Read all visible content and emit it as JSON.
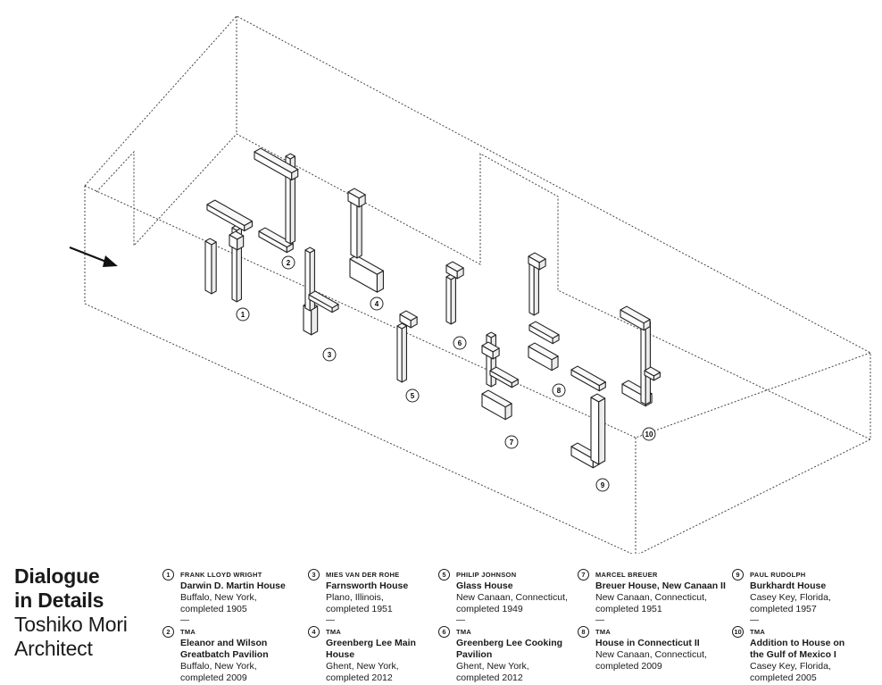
{
  "title": {
    "line1": "Dialogue",
    "line2": "in Details",
    "line3": "Toshiko Mori",
    "line4": "Architect"
  },
  "separator": "—",
  "entries": [
    {
      "num": "1",
      "architect": "FRANK LLOYD WRIGHT",
      "name": "Darwin D. Martin House",
      "place": "Buffalo, New York,",
      "completed": "completed 1905"
    },
    {
      "num": "2",
      "architect": "TMA",
      "name": "Eleanor and Wilson Greatbatch Pavilion",
      "place": "Buffalo, New York,",
      "completed": "completed 2009"
    },
    {
      "num": "3",
      "architect": "MIES VAN DER ROHE",
      "name": "Farnsworth House",
      "place": "Plano, Illinois,",
      "completed": "completed 1951"
    },
    {
      "num": "4",
      "architect": "TMA",
      "name": "Greenberg Lee Main House",
      "place": "Ghent, New York,",
      "completed": "completed 2012"
    },
    {
      "num": "5",
      "architect": "PHILIP JOHNSON",
      "name": "Glass House",
      "place": "New Canaan, Connecticut,",
      "completed": "completed 1949"
    },
    {
      "num": "6",
      "architect": "TMA",
      "name": "Greenberg Lee Cooking Pavilion",
      "place": "Ghent, New York,",
      "completed": "completed 2012"
    },
    {
      "num": "7",
      "architect": "MARCEL BREUER",
      "name": "Breuer House, New Canaan II",
      "place": "New Canaan, Connecticut,",
      "completed": "completed 1951"
    },
    {
      "num": "8",
      "architect": "TMA",
      "name": "House in Connecticut II",
      "place": "New Canaan, Connecticut,",
      "completed": "completed 2009"
    },
    {
      "num": "9",
      "architect": "PAUL RUDOLPH",
      "name": "Burkhardt House",
      "place": "Casey Key, Florida,",
      "completed": "completed 1957"
    },
    {
      "num": "10",
      "architect": "TMA",
      "name": "Addition to House on the Gulf of Mexico I",
      "place": "Casey Key, Florida,",
      "completed": "completed 2005"
    }
  ]
}
